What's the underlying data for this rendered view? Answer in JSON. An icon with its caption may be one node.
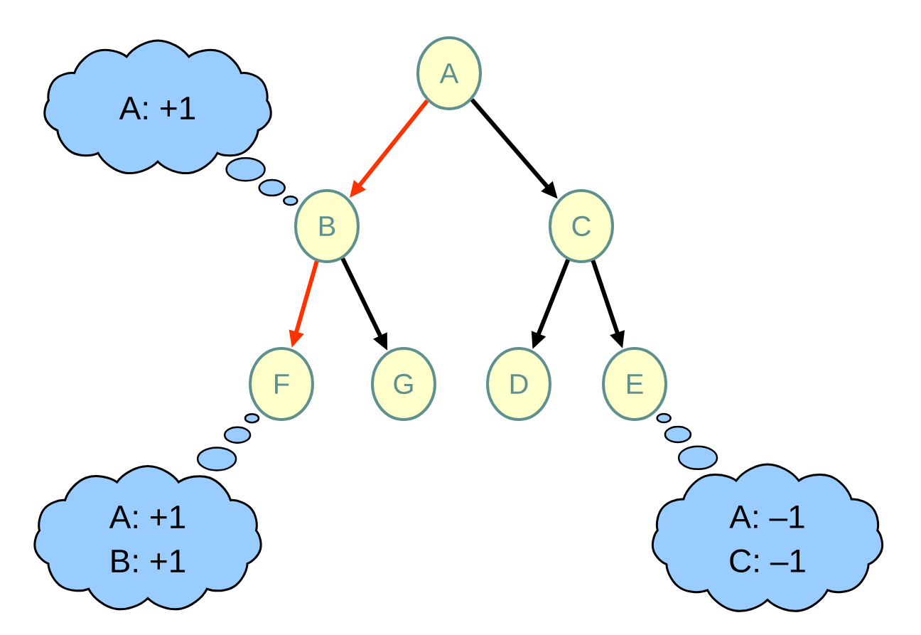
{
  "diagram": {
    "nodes": [
      {
        "text": [
          "A"
        ]
      },
      {
        "text": [
          "B"
        ]
      },
      {
        "text": [
          "C"
        ]
      },
      {
        "text": [
          "F"
        ]
      },
      {
        "text": [
          "G"
        ]
      },
      {
        "text": [
          "D"
        ]
      },
      {
        "text": [
          "E"
        ]
      },
      {
        "text": [
          "A: +1"
        ]
      },
      {
        "text": [
          "A: +1",
          "B: +1"
        ]
      },
      {
        "text": [
          "A: –1",
          "C: –1"
        ]
      }
    ],
    "edges": [
      {
        "from": 0,
        "to": 1,
        "arrow": "to",
        "color": "#ff3300"
      },
      {
        "from": 0,
        "to": 2,
        "arrow": "to"
      },
      {
        "from": 1,
        "to": 3,
        "arrow": "to",
        "color": "#ff3300"
      },
      {
        "from": 1,
        "to": 4,
        "arrow": "to"
      },
      {
        "from": 2,
        "to": 5,
        "arrow": "to"
      },
      {
        "from": 2,
        "to": 6,
        "arrow": "to"
      },
      {
        "from": 7,
        "to": 1,
        "arrow": "none"
      },
      {
        "from": 8,
        "to": 3,
        "arrow": "none"
      },
      {
        "from": 9,
        "to": 6,
        "arrow": "none"
      }
    ]
  }
}
